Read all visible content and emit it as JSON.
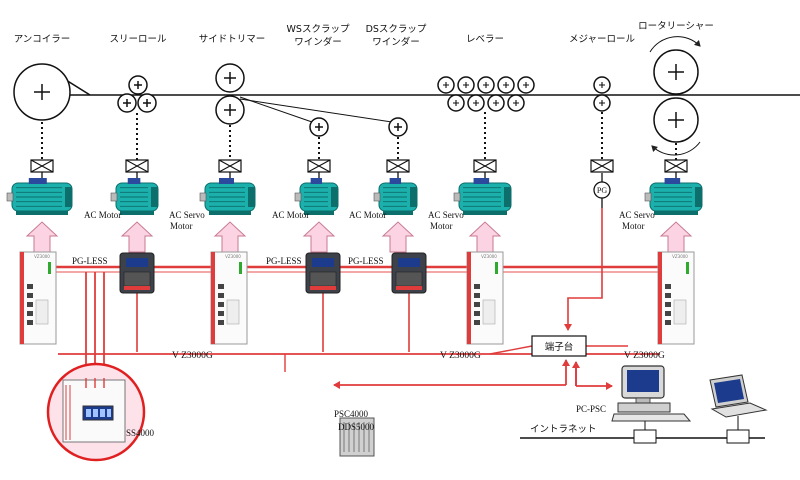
{
  "colors": {
    "network": "#e03c3c",
    "network_light": "#f08a8a",
    "arrow_fill": "#fbd3e3",
    "arrow_stroke": "#c77a92",
    "motor_body": "#1cb0ad",
    "motor_dark": "#0c6f6c",
    "motor_blue": "#2b4a9e",
    "ss_highlight": "#e02020",
    "ss_bg": "#fde2ea"
  },
  "process": {
    "stations": [
      {
        "name": "アンコイラー"
      },
      {
        "name": "スリーロール"
      },
      {
        "name": "サイドトリマー"
      },
      {
        "name": "WSスクラップ",
        "name2": "ワインダー"
      },
      {
        "name": "DSスクラップ",
        "name2": "ワインダー"
      },
      {
        "name": "レベラー"
      },
      {
        "name": "メジャーロール"
      },
      {
        "name": "ロータリーシャー"
      }
    ]
  },
  "motors": {
    "labels": [
      {
        "l1": "AC Motor"
      },
      {
        "l1": "AC Servo",
        "l2": "Motor"
      },
      {
        "l1": "AC Motor"
      },
      {
        "l1": "AC Motor"
      },
      {
        "l1": "AC Servo",
        "l2": "Motor"
      },
      {
        "l1": "AC Servo",
        "l2": "Motor"
      }
    ],
    "pg_label": "PG"
  },
  "drives": {
    "pg_less_label": "PG-LESS",
    "vz_label": "V Z3000G",
    "vz_small": "VZ3000"
  },
  "system": {
    "terminal_label": "端子台",
    "pc_label": "PC-PSC",
    "intranet_label": "イントラネット",
    "psc_label": "PSC4000",
    "dds_label": "DDS5000",
    "ss_label": "SS4000"
  }
}
